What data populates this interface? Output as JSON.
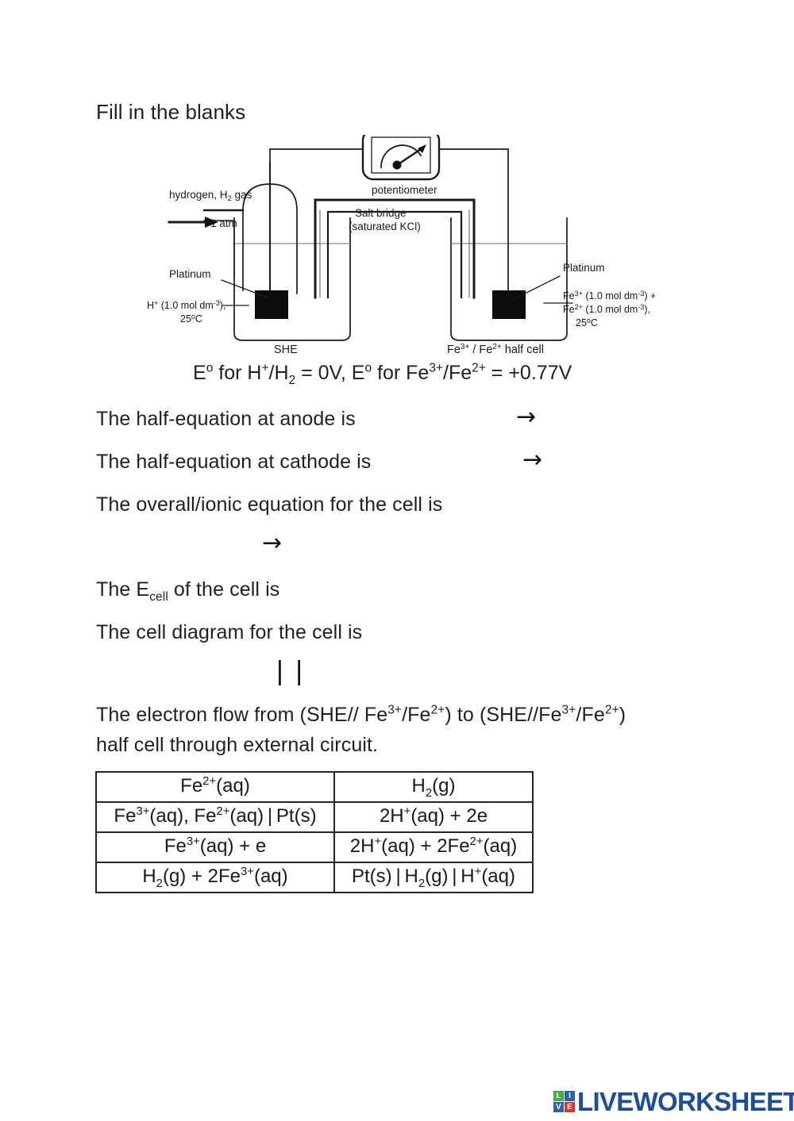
{
  "document": {
    "title_line": "Fill in the blanks"
  },
  "diagram": {
    "name": "electrochemical-cell-diagram",
    "labels": {
      "hydrogen_inlet": "hydrogen, H₂ gas",
      "pressure": "1 atm",
      "potentiometer": "potentiometer",
      "salt_bridge_line1": "Salt bridge",
      "salt_bridge_line2": "(saturated KCl)",
      "platinum_left": "Platinum",
      "platinum_right": "Platinum",
      "left_solution_line1": "H⁺ (1.0 mol dm⁻³),",
      "left_solution_line2": "25ºC",
      "right_solution_line1": "Fe³⁺ (1.0 mol dm⁻³) +",
      "right_solution_line2": "Fe²⁺ (1.0 mol dm⁻³),",
      "right_solution_line3": "25ºC",
      "left_cell_caption": "SHE",
      "right_cell_caption": "Fe³⁺ / Fe²⁺ half cell"
    }
  },
  "standard_potentials": {
    "full_text": "Eº for H⁺/H₂ = 0V, Eº for Fe³⁺/Fe²⁺ = +0.77V",
    "she_symbol": "Eº",
    "she_couple": "H⁺/H₂",
    "she_value": "0V",
    "fe_symbol": "Eº",
    "fe_couple": "Fe³⁺/Fe²⁺",
    "fe_value": "+0.77V"
  },
  "questions": {
    "anode": "The half-equation at anode is",
    "cathode": "The half-equation at cathode is",
    "overall": "The overall/ionic equation for the cell is",
    "ecell_prefix": "The E",
    "ecell_sub": "cell",
    "ecell_suffix": " of the cell is",
    "cell_diagram": "The cell diagram for the cell is",
    "electron_flow_line1": "The electron flow from (SHE// Fe³⁺/Fe²⁺) to (SHE//Fe³⁺/Fe²⁺)",
    "electron_flow_line2": "half cell through external circuit.",
    "arrow_glyph": "→",
    "double_bar_glyph": "| |"
  },
  "answer_table": {
    "rows": [
      {
        "left": "Fe²⁺(aq)",
        "right": "H₂(g)"
      },
      {
        "left": "Fe³⁺(aq), Fe²⁺(aq)⎮Pt(s)",
        "right": "2H⁺(aq) + 2e"
      },
      {
        "left": "Fe³⁺(aq) + e",
        "right": "2H⁺(aq) + 2Fe²⁺(aq)"
      },
      {
        "left": "H₂(g) + 2Fe³⁺(aq)",
        "right": "Pt(s)⎮H₂(g)⎮H⁺(aq)"
      }
    ]
  },
  "branding": {
    "wordmark": "LIVEWORKSHEETS",
    "tiles": [
      {
        "letter": "L",
        "color": "#4aa648"
      },
      {
        "letter": "I",
        "color": "#2d62ad"
      },
      {
        "letter": "V",
        "color": "#2d62ad"
      },
      {
        "letter": "E",
        "color": "#d9342b"
      }
    ],
    "wordmark_color": "#1b4f9c"
  }
}
